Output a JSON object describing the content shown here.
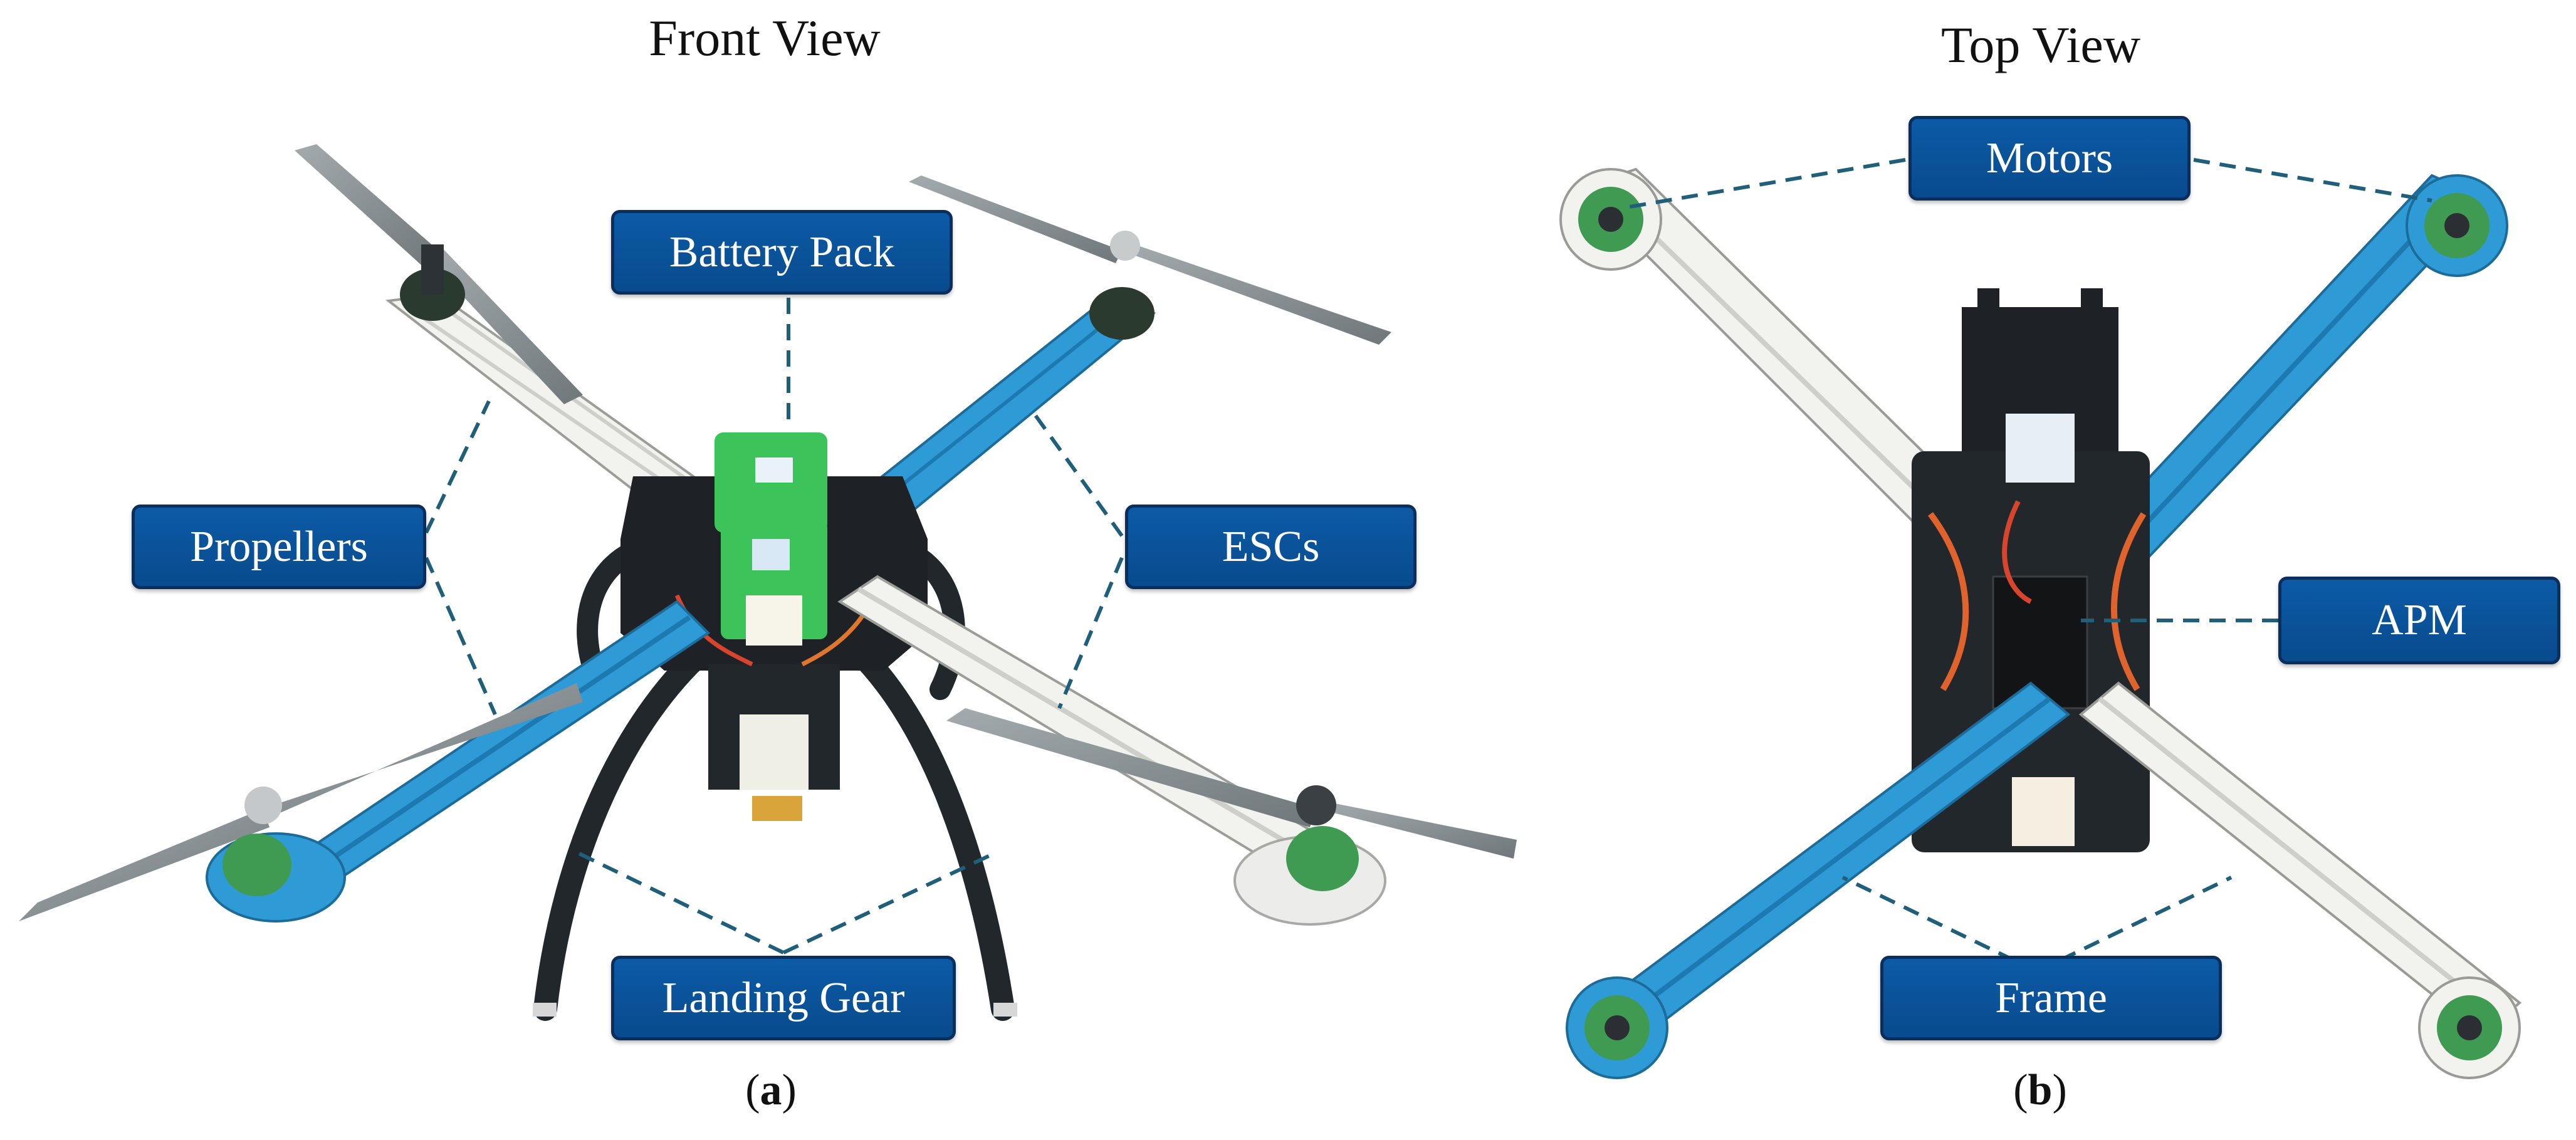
{
  "panel_a": {
    "view_title": "Front View",
    "caption_letter": "a",
    "labels": {
      "battery_pack": "Battery Pack",
      "propellers": "Propellers",
      "escs": "ESCs",
      "landing_gear": "Landing Gear"
    }
  },
  "panel_b": {
    "view_title": "Top View",
    "caption_letter": "b",
    "labels": {
      "motors": "Motors",
      "apm": "APM",
      "frame": "Frame"
    }
  },
  "colors": {
    "callout_fill": "#0c5aa6",
    "callout_border": "#0a2f5c",
    "leader_line": "#1f5f7a",
    "arm_white": "#f2f2ee",
    "arm_blue": "#2f9bd6",
    "battery_green": "#3cc45a",
    "body_black": "#1e2226",
    "propeller_gray": "#8e969a",
    "motor_green": "#3f9a52"
  }
}
